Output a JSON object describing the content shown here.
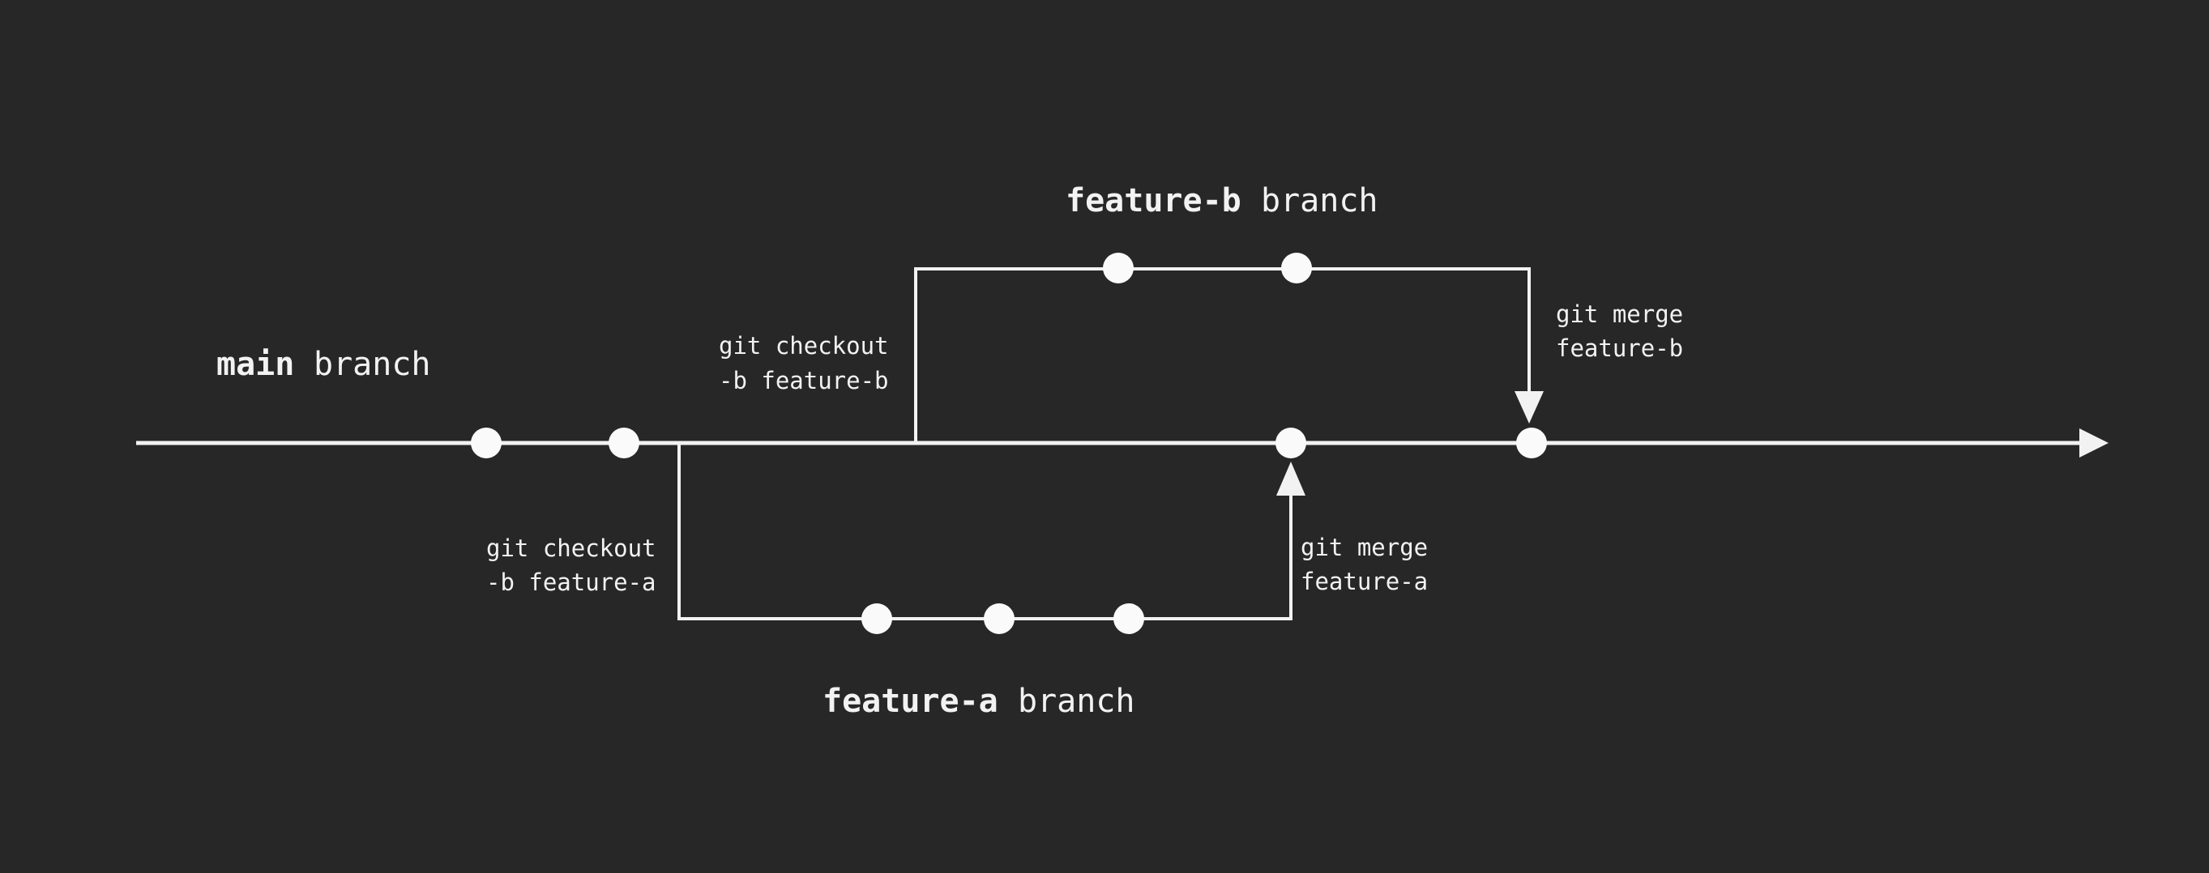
{
  "colors": {
    "background": "#272727",
    "foreground": "#f2f2f2",
    "commit_node": "#fafafa"
  },
  "labels": {
    "main_branch": {
      "name": "main",
      "suffix": "branch"
    },
    "feature_b_branch": {
      "name": "feature-b",
      "suffix": "branch"
    },
    "feature_a_branch": {
      "name": "feature-a",
      "suffix": "branch"
    },
    "checkout_feature_b": {
      "line1": "git checkout",
      "line2": "-b feature-b"
    },
    "checkout_feature_a": {
      "line1": "git checkout",
      "line2": "-b feature-a"
    },
    "merge_feature_b": {
      "line1": "git merge",
      "line2": "feature-b"
    },
    "merge_feature_a": {
      "line1": "git merge",
      "line2": "feature-a"
    }
  },
  "structure": {
    "branches": [
      {
        "name": "main",
        "commits_shown": 2,
        "merge_commits_shown": 2
      },
      {
        "name": "feature-b",
        "commits_shown": 2,
        "branched_from": "main",
        "merged_into": "main"
      },
      {
        "name": "feature-a",
        "commits_shown": 3,
        "branched_from": "main",
        "merged_into": "main"
      }
    ]
  }
}
